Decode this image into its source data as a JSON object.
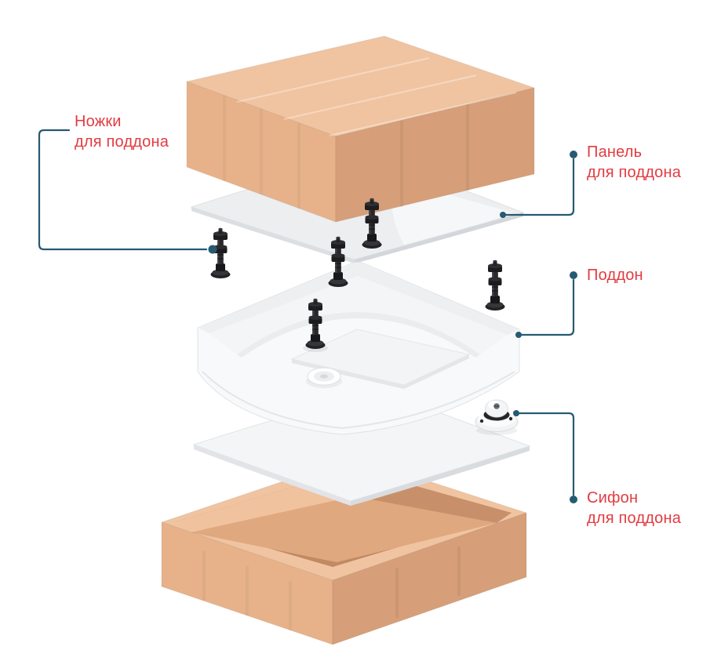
{
  "labels": {
    "legs": {
      "line1": "Ножки",
      "line2": "для поддона"
    },
    "panel": {
      "line1": "Панель",
      "line2": "для поддона"
    },
    "tray": {
      "line1": "Поддон",
      "line2": ""
    },
    "siphon": {
      "line1": "Сифон",
      "line2": "для поддона"
    }
  },
  "colors": {
    "label_red": "#e23b41",
    "connector_blue": "#265a72",
    "background": "#ffffff",
    "cardboard_top": "#f0c4a1",
    "cardboard_left": "#e7b28a",
    "cardboard_right": "#d69f79",
    "cardboard_interior": "#c18a63",
    "cardboard_inner_lit": "#f0c29d",
    "cardboard_floor": "#e0a87f",
    "panel_grey": "#eceef0",
    "foam_white": "#f4f5f6",
    "tray_white": "#f8f9fa",
    "tray_rim": "#edeff1",
    "leg_black": "#222225"
  }
}
